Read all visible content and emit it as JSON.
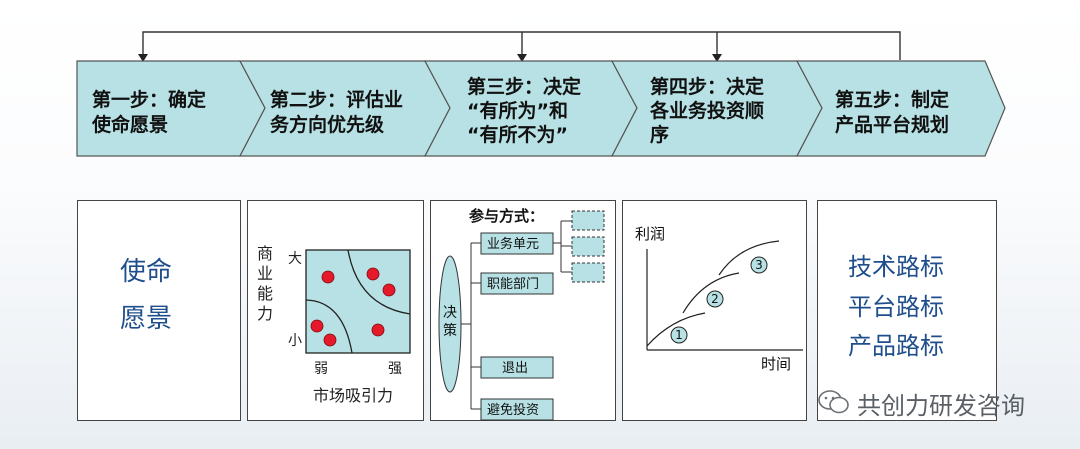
{
  "steps": [
    {
      "line1": "第一步：确定",
      "line2": "使命愿景",
      "line3": ""
    },
    {
      "line1": "第二步：评估业",
      "line2": "务方向优先级",
      "line3": ""
    },
    {
      "line1": "第三步：决定",
      "line2": "“有所为”和",
      "line3": "“有所不为”"
    },
    {
      "line1": "第四步：决定",
      "line2": "各业务投资顺",
      "line3": "序"
    },
    {
      "line1": "第五步：制定",
      "line2": "产品平台规划",
      "line3": ""
    }
  ],
  "panel1": {
    "line1": "使命",
    "line2": "愿景"
  },
  "panel2": {
    "y_label": [
      "商",
      "业",
      "能",
      "力"
    ],
    "y_high": "大",
    "y_low": "小",
    "x_low": "弱",
    "x_high": "强",
    "x_label": "市场吸引力"
  },
  "panel3": {
    "title": "参与方式：",
    "decision_chars": [
      "决",
      "策"
    ],
    "options": [
      "业务单元",
      "职能部门",
      "退出",
      "避免投资"
    ]
  },
  "panel4": {
    "y_label": "利润",
    "x_label": "时间",
    "markers": [
      "1",
      "2",
      "3"
    ]
  },
  "panel5": {
    "lines": [
      "技术路标",
      "平台路标",
      "产品路标"
    ]
  },
  "watermark": {
    "text": "共创力研发咨询",
    "icon": "wechat-icon"
  },
  "colors": {
    "step_fill": "#b7e1e4",
    "panel1_text": "#1f4e8c",
    "panel5_text": "#1f4e8c",
    "dot": "#e6192a"
  }
}
